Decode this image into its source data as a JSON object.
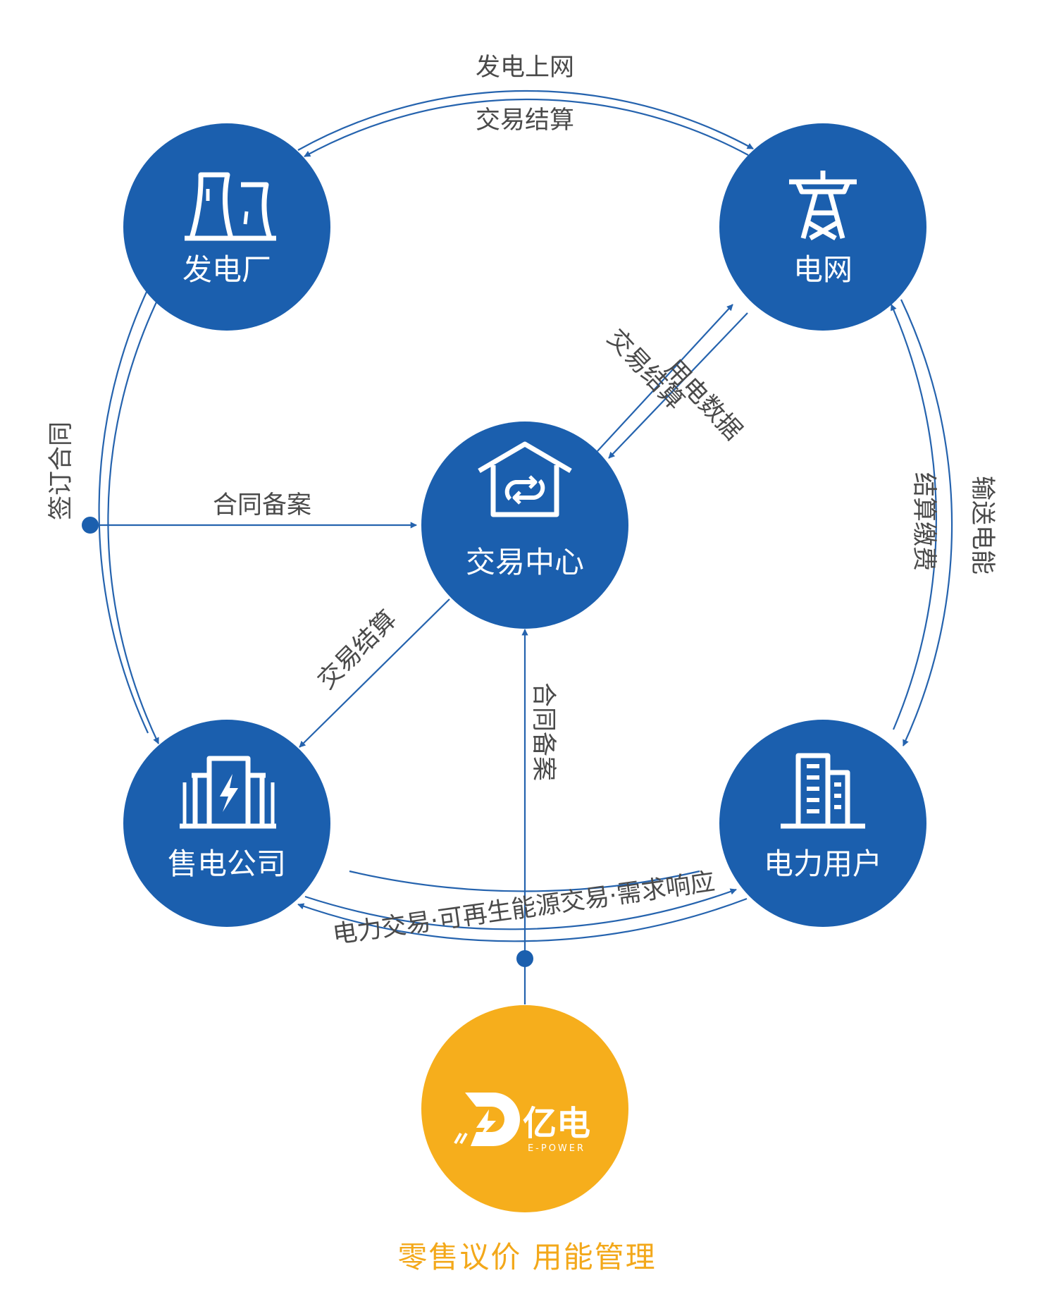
{
  "colors": {
    "node_blue": "#1b5fae",
    "node_orange": "#f6ae1c",
    "line_blue": "#2563ae",
    "text_gray": "#4a4a4a",
    "tagline_orange": "#f3a81a"
  },
  "nodes": {
    "power_plant": {
      "label": "发电厂",
      "icon": "cooling-tower-icon"
    },
    "grid": {
      "label": "电网",
      "icon": "transmission-tower-icon"
    },
    "exchange": {
      "label": "交易中心",
      "icon": "house-exchange-icon"
    },
    "retailer": {
      "label": "售电公司",
      "icon": "lightning-building-icon"
    },
    "consumer": {
      "label": "电力用户",
      "icon": "office-building-icon"
    },
    "epower": {
      "logo_cn": "亿电",
      "logo_en": "E-POWER",
      "icon": "e-power-logo-icon"
    }
  },
  "edges": {
    "plant_grid_top": "发电上网",
    "plant_grid_bottom": "交易结算",
    "left_arc": "签订合同",
    "contract_to_exchange": "合同备案",
    "grid_exchange_outer": "用电数据",
    "grid_exchange_inner": "交易结算",
    "right_arc_outer": "输送电能",
    "right_arc_inner": "结算缴费",
    "exchange_retailer": "交易结算",
    "bottom_to_exchange": "合同备案",
    "bottom_arc": "电力交易·可再生能源交易·需求响应"
  },
  "tagline": "零售议价  用能管理"
}
